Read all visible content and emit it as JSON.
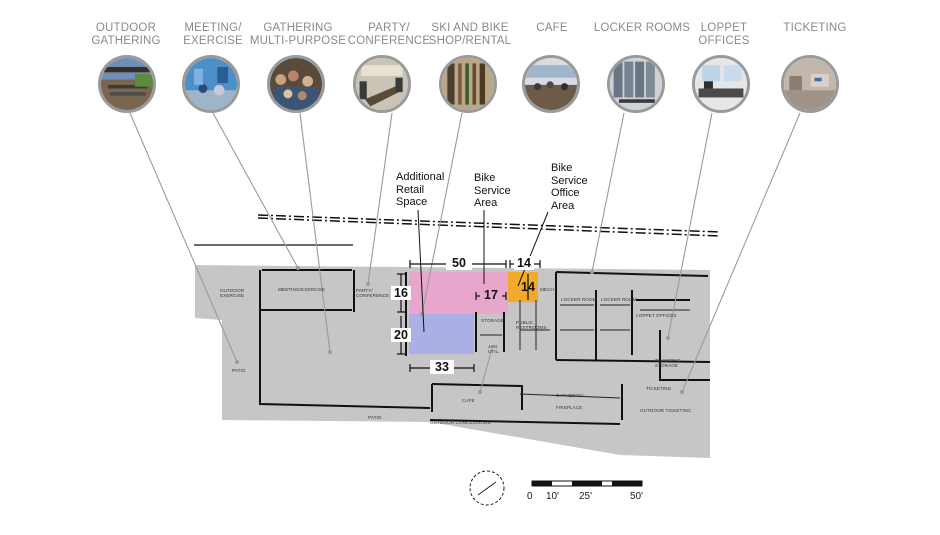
{
  "categories": [
    {
      "label": "OUTDOOR\nGATHERING",
      "icon": "outdoor-gathering-photo"
    },
    {
      "label": "MEETING/\nEXERCISE",
      "icon": "meeting-exercise-photo"
    },
    {
      "label": "GATHERING\nMULTI-PURPOSE",
      "icon": "gathering-photo"
    },
    {
      "label": "PARTY/\nCONFERENCE",
      "icon": "party-conference-photo"
    },
    {
      "label": "SKI AND BIKE\nSHOP/RENTAL",
      "icon": "ski-bike-shop-photo"
    },
    {
      "label": "CAFE",
      "icon": "cafe-photo"
    },
    {
      "label": "LOCKER ROOMS",
      "icon": "locker-rooms-photo"
    },
    {
      "label": "LOPPET\nOFFICES",
      "icon": "loppet-offices-photo"
    },
    {
      "label": "TICKETING",
      "icon": "ticketing-photo"
    }
  ],
  "annotations": {
    "retail": "Additional\nRetail\nSpace",
    "bike_service": "Bike\nService\nArea",
    "bike_office": "Bike\nService\nOffice\nArea"
  },
  "dimensions": {
    "d50": "50",
    "d14_top": "14",
    "d14_side": "14",
    "d16": "16",
    "d17": "17",
    "d20": "20",
    "d33": "33"
  },
  "rooms": {
    "outdoor_exercise": "OUTDOOR\nEXERCISE",
    "meeting_exercise": "MEETING/EXERCISE",
    "party_conference": "PARTY/\nCONFERENCE",
    "mech": "MECH",
    "locker_room_1": "LOCKER ROOM",
    "locker_room_2": "LOCKER ROOM",
    "storage": "STORAGE",
    "restrooms": "PUBLIC\nRESTROOMS",
    "loppet_offices": "LOPPET OFFICES",
    "jan_util": "JAN.\nUTIL.",
    "ticketing_storage": "TICKETING\nSTORAGE",
    "patio_left": "PATIO",
    "patio_bottom": "PATIO",
    "cafe": "CAFE",
    "gathering": "GATHERING",
    "fireplace": "FIREPLACE",
    "ticketing": "TICKETING",
    "outdoor_ticketing": "OUTDOOR TICKETING",
    "outdoor_concessions": "OUTDOOR CONCESSIONS"
  },
  "scale": {
    "t0": "0",
    "t10": "10'",
    "t25": "25'",
    "t50": "50'"
  },
  "colors": {
    "retail_pink": "#e8a6cc",
    "retail_blue": "#aab0e6",
    "bike_office_orange": "#f3aa2c",
    "floor_gray": "#c6c6c6",
    "label_gray": "#8a8a8a"
  }
}
